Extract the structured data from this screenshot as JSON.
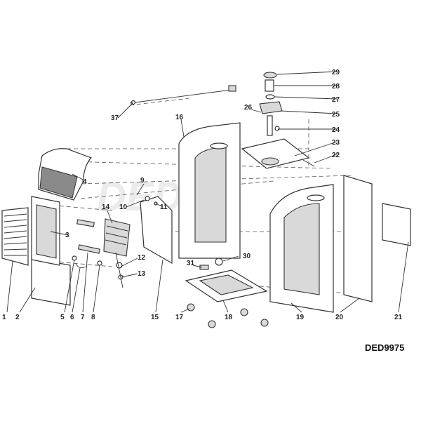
{
  "watermark": "DEDRA",
  "model_code": "DED9975",
  "callouts": [
    "1",
    "2",
    "3",
    "4",
    "5",
    "6",
    "7",
    "8",
    "9",
    "10",
    "11",
    "12",
    "13",
    "14",
    "15",
    "16",
    "17",
    "18",
    "19",
    "20",
    "21",
    "22",
    "23",
    "24",
    "25",
    "26",
    "27",
    "28",
    "29",
    "30",
    "31",
    "37"
  ]
}
